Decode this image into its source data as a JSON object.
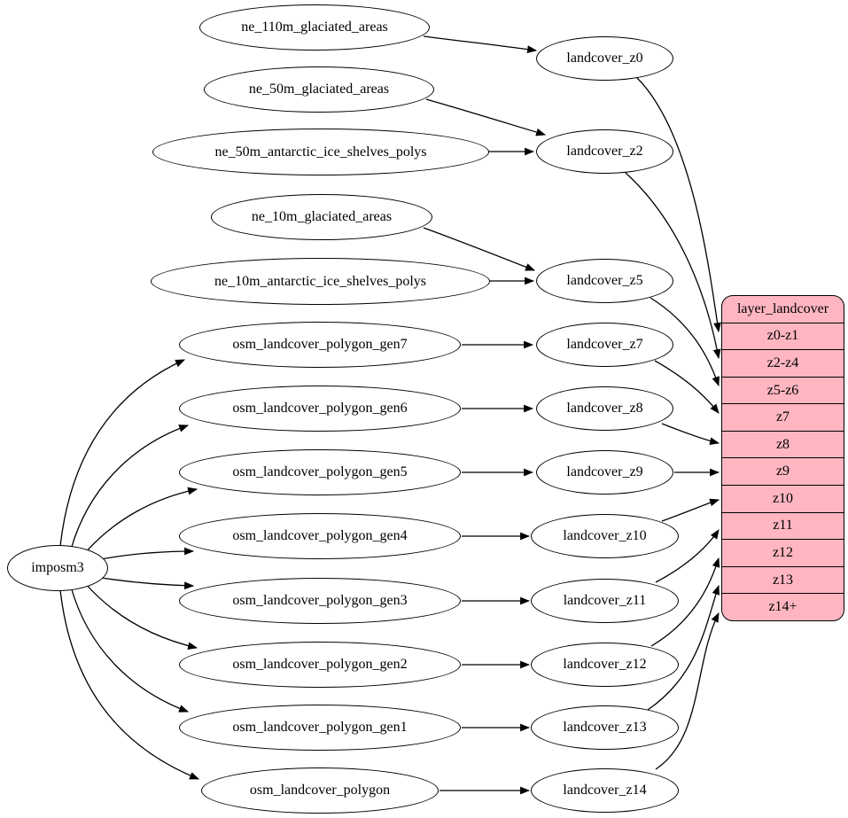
{
  "diagram_type": "etl-flow-graph",
  "colors": {
    "background": "#ffffff",
    "node_fill": "#ffffff",
    "stroke": "#000000",
    "table_fill": "#ffb6c1"
  },
  "nodes": {
    "imposm3": "imposm3",
    "ne_110m_glaciated_areas": "ne_110m_glaciated_areas",
    "ne_50m_glaciated_areas": "ne_50m_glaciated_areas",
    "ne_50m_antarctic_ice_shelves_polys": "ne_50m_antarctic_ice_shelves_polys",
    "ne_10m_glaciated_areas": "ne_10m_glaciated_areas",
    "ne_10m_antarctic_ice_shelves_polys": "ne_10m_antarctic_ice_shelves_polys",
    "osm_landcover_polygon_gen7": "osm_landcover_polygon_gen7",
    "osm_landcover_polygon_gen6": "osm_landcover_polygon_gen6",
    "osm_landcover_polygon_gen5": "osm_landcover_polygon_gen5",
    "osm_landcover_polygon_gen4": "osm_landcover_polygon_gen4",
    "osm_landcover_polygon_gen3": "osm_landcover_polygon_gen3",
    "osm_landcover_polygon_gen2": "osm_landcover_polygon_gen2",
    "osm_landcover_polygon_gen1": "osm_landcover_polygon_gen1",
    "osm_landcover_polygon": "osm_landcover_polygon",
    "landcover_z0": "landcover_z0",
    "landcover_z2": "landcover_z2",
    "landcover_z5": "landcover_z5",
    "landcover_z7": "landcover_z7",
    "landcover_z8": "landcover_z8",
    "landcover_z9": "landcover_z9",
    "landcover_z10": "landcover_z10",
    "landcover_z11": "landcover_z11",
    "landcover_z12": "landcover_z12",
    "landcover_z13": "landcover_z13",
    "landcover_z14": "landcover_z14"
  },
  "table": {
    "title": "layer_landcover",
    "rows": [
      "z0-z1",
      "z2-z4",
      "z5-z6",
      "z7",
      "z8",
      "z9",
      "z10",
      "z11",
      "z12",
      "z13",
      "z14+"
    ]
  },
  "edges": [
    {
      "from": "ne_110m_glaciated_areas",
      "to": "landcover_z0"
    },
    {
      "from": "ne_50m_glaciated_areas",
      "to": "landcover_z2"
    },
    {
      "from": "ne_50m_antarctic_ice_shelves_polys",
      "to": "landcover_z2"
    },
    {
      "from": "ne_10m_glaciated_areas",
      "to": "landcover_z5"
    },
    {
      "from": "ne_10m_antarctic_ice_shelves_polys",
      "to": "landcover_z5"
    },
    {
      "from": "imposm3",
      "to": "osm_landcover_polygon_gen7"
    },
    {
      "from": "imposm3",
      "to": "osm_landcover_polygon_gen6"
    },
    {
      "from": "imposm3",
      "to": "osm_landcover_polygon_gen5"
    },
    {
      "from": "imposm3",
      "to": "osm_landcover_polygon_gen4"
    },
    {
      "from": "imposm3",
      "to": "osm_landcover_polygon_gen3"
    },
    {
      "from": "imposm3",
      "to": "osm_landcover_polygon_gen2"
    },
    {
      "from": "imposm3",
      "to": "osm_landcover_polygon_gen1"
    },
    {
      "from": "imposm3",
      "to": "osm_landcover_polygon"
    },
    {
      "from": "osm_landcover_polygon_gen7",
      "to": "landcover_z7"
    },
    {
      "from": "osm_landcover_polygon_gen6",
      "to": "landcover_z8"
    },
    {
      "from": "osm_landcover_polygon_gen5",
      "to": "landcover_z9"
    },
    {
      "from": "osm_landcover_polygon_gen4",
      "to": "landcover_z10"
    },
    {
      "from": "osm_landcover_polygon_gen3",
      "to": "landcover_z11"
    },
    {
      "from": "osm_landcover_polygon_gen2",
      "to": "landcover_z12"
    },
    {
      "from": "osm_landcover_polygon_gen1",
      "to": "landcover_z13"
    },
    {
      "from": "osm_landcover_polygon",
      "to": "landcover_z14"
    },
    {
      "from": "landcover_z0",
      "to": "layer_landcover.z0-z1"
    },
    {
      "from": "landcover_z2",
      "to": "layer_landcover.z2-z4"
    },
    {
      "from": "landcover_z5",
      "to": "layer_landcover.z5-z6"
    },
    {
      "from": "landcover_z7",
      "to": "layer_landcover.z7"
    },
    {
      "from": "landcover_z8",
      "to": "layer_landcover.z8"
    },
    {
      "from": "landcover_z9",
      "to": "layer_landcover.z9"
    },
    {
      "from": "landcover_z10",
      "to": "layer_landcover.z10"
    },
    {
      "from": "landcover_z11",
      "to": "layer_landcover.z11"
    },
    {
      "from": "landcover_z12",
      "to": "layer_landcover.z12"
    },
    {
      "from": "landcover_z13",
      "to": "layer_landcover.z13"
    },
    {
      "from": "landcover_z14",
      "to": "layer_landcover.z14+"
    }
  ]
}
